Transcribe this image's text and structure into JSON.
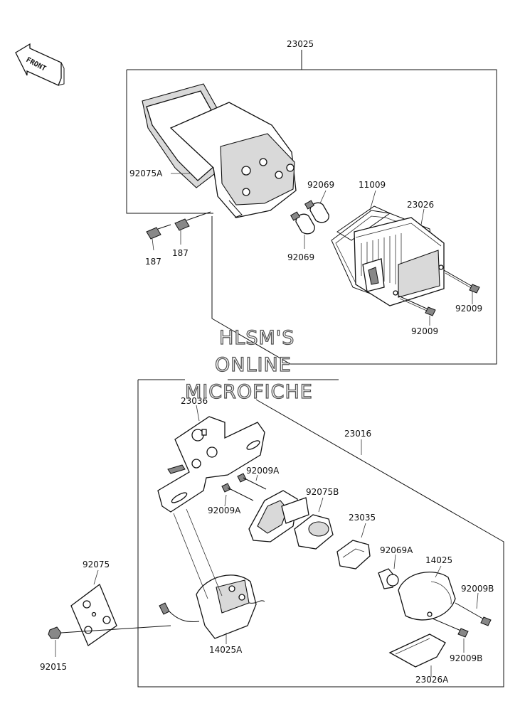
{
  "orientation": {
    "front_label": "FRONT"
  },
  "watermark": {
    "line1": "HLSM'S",
    "line2": "ONLINE",
    "line3": "MICROFICHE"
  },
  "assemblies": {
    "upper": "23025",
    "lower": "23016"
  },
  "labels": {
    "p92075A": "92075A",
    "p187a": "187",
    "p187b": "187",
    "p92069a": "92069",
    "p92069b": "92069",
    "p11009": "11009",
    "p23026": "23026",
    "p92009a": "92009",
    "p92009b": "92009",
    "p23036": "23036",
    "p92009A_a": "92009A",
    "p92009A_b": "92009A",
    "p92075B": "92075B",
    "p23035": "23035",
    "p92069A": "92069A",
    "p14025": "14025",
    "p92009B_a": "92009B",
    "p92009B_b": "92009B",
    "p92075": "92075",
    "p92015": "92015",
    "p14025A": "14025A",
    "p23026A": "23026A"
  },
  "icons": {
    "front_arrow": "front-arrow-icon"
  }
}
